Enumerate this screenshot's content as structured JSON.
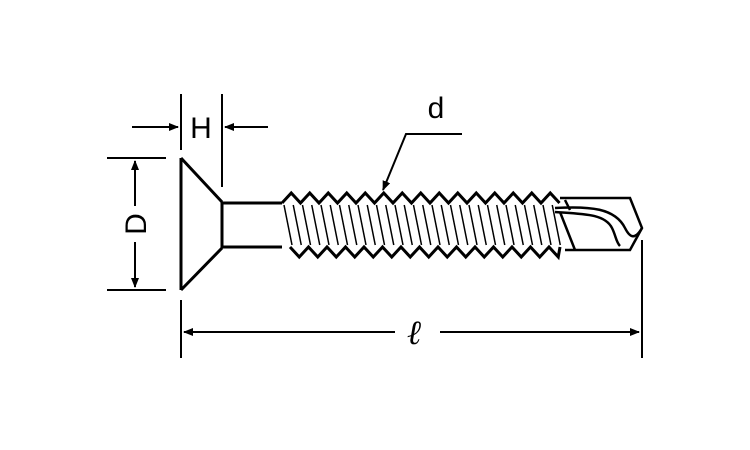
{
  "diagram": {
    "labels": {
      "head_height": "H",
      "head_diameter": "D",
      "thread_diameter": "d",
      "length": "ℓ"
    },
    "colors": {
      "line": "#000000",
      "background": "#ffffff"
    }
  }
}
